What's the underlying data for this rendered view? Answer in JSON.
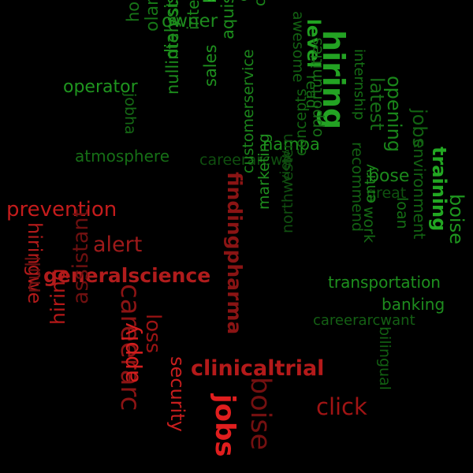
{
  "words": {
    "owner": {
      "text": "owner",
      "color": "#1e8a1e"
    },
    "homedale": {
      "text": "homedale",
      "color": "#177317"
    },
    "olandstar": {
      "text": "olandstar",
      "color": "#167516"
    },
    "business": {
      "text": "business",
      "color": "#28b828"
    },
    "full": {
      "text": "full",
      "color": "#29b829"
    },
    "green": {
      "text": "green",
      "color": "#2db22d"
    },
    "aquisition": {
      "text": "aquisition",
      "color": "#1c8c1c"
    },
    "careerarcentry": {
      "text": "careerarcentry",
      "color": "#1a841a"
    },
    "awesome": {
      "text": "awesome",
      "color": "#126012"
    },
    "level": {
      "text": "level",
      "color": "#21a121"
    },
    "read": {
      "text": "read",
      "color": "#156f15"
    },
    "hiring_main": {
      "text": "hiring",
      "color": "#23a223"
    },
    "operator": {
      "text": "operator",
      "color": "#1f951f"
    },
    "jobha": {
      "text": "jobha",
      "color": "#156a15"
    },
    "interpreter": {
      "text": "interpreter",
      "color": "#1b871b"
    },
    "sales": {
      "text": "sales",
      "color": "#1e901e"
    },
    "dialysis": {
      "text": "dialysis",
      "color": "#1c8c1c"
    },
    "nullinterested": {
      "text": "nullinterested",
      "color": "#1c8c1c"
    },
    "internship": {
      "text": "internship",
      "color": "#146d14"
    },
    "latest": {
      "text": "latest",
      "color": "#176f17"
    },
    "opening": {
      "text": "opening",
      "color": "#1a861a"
    },
    "jobs_green": {
      "text": "jobs",
      "color": "#126312"
    },
    "atmosphere": {
      "text": "atmosphere",
      "color": "#166f16"
    },
    "careerarcwe": {
      "text": "careerarcwe",
      "color": "#0f4f0f"
    },
    "nampa": {
      "text": "nampa",
      "color": "#1c911c"
    },
    "recommend": {
      "text": "recommend",
      "color": "#126112"
    },
    "environment": {
      "text": "environment",
      "color": "#126112"
    },
    "bose": {
      "text": "bose",
      "color": "#1c891c"
    },
    "great": {
      "text": "great",
      "color": "#0f510f"
    },
    "training": {
      "text": "training",
      "color": "#22a722"
    },
    "boise_green": {
      "text": "boise",
      "color": "#1e961e"
    },
    "view": {
      "text": "view",
      "color": "#0f4f0f"
    },
    "concepts": {
      "text": "concepts",
      "color": "#126412"
    },
    "opportunities": {
      "text": "opportunities",
      "color": "#176f17"
    },
    "work": {
      "text": "work",
      "color": "#146914"
    },
    "entry": {
      "text": "entry",
      "color": "#1a851a"
    },
    "loan": {
      "text": "loan",
      "color": "#156f15"
    },
    "customerservice": {
      "text": "customerservice",
      "color": "#1b841b"
    },
    "marketing": {
      "text": "marketing",
      "color": "#1f901f"
    },
    "northwestern": {
      "text": "northwestern",
      "color": "#104f10"
    },
    "transportation": {
      "text": "transportation",
      "color": "#1e901e"
    },
    "banking": {
      "text": "banking",
      "color": "#1e8c1e"
    },
    "careerarcwant": {
      "text": "careerarcwant",
      "color": "#145f14"
    },
    "bilingual": {
      "text": "bilingual",
      "color": "#126012"
    },
    "prevention": {
      "text": "prevention",
      "color": "#c41c1c"
    },
    "findingpharma": {
      "text": "findingpharma",
      "color": "#8a1414"
    },
    "alert": {
      "text": "alert",
      "color": "#9e1a1a"
    },
    "hiringwe": {
      "text": "hiringwe",
      "color": "#b01a1a"
    },
    "generalscience": {
      "text": "generalscience",
      "color": "#b01c1c"
    },
    "null": {
      "text": "null",
      "color": "#6a1010"
    },
    "careerarc": {
      "text": "careerarc",
      "color": "#8c1414"
    },
    "loss": {
      "text": "loss",
      "color": "#9c1414"
    },
    "hiring_red": {
      "text": "hiring",
      "color": "#b41818"
    },
    "assistant": {
      "text": "assistant",
      "color": "#6e1010"
    },
    "clinicaltrial": {
      "text": "clinicaltrial",
      "color": "#b41a1a"
    },
    "security": {
      "text": "security",
      "color": "#c81e1e"
    },
    "apply": {
      "text": "apply",
      "color": "#d21e1e"
    },
    "jobs_red": {
      "text": "jobs",
      "color": "#e01e1e"
    },
    "boise_red": {
      "text": "boise",
      "color": "#741010"
    },
    "click": {
      "text": "click",
      "color": "#a01414"
    }
  }
}
